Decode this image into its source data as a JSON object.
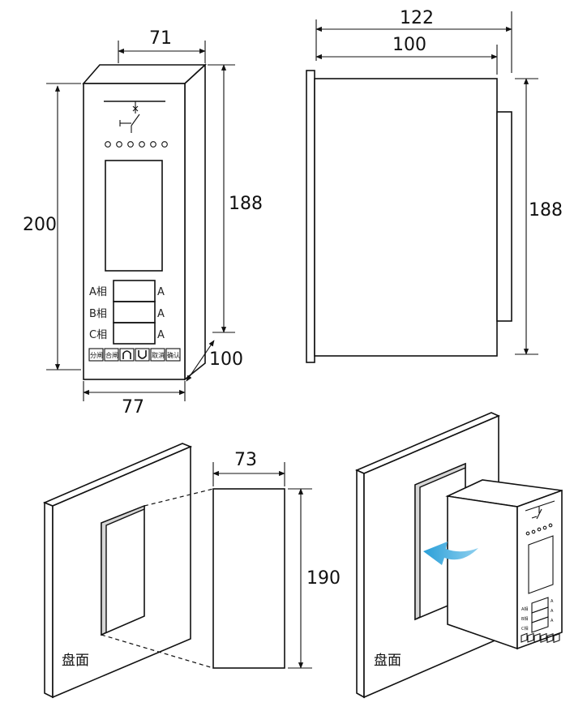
{
  "front_view": {
    "width_top": "71",
    "height_total": "200",
    "height_body": "188",
    "depth": "100",
    "width_bottom": "77",
    "phase_rows": [
      {
        "label": "A相",
        "unit": "A"
      },
      {
        "label": "B相",
        "unit": "A"
      },
      {
        "label": "C相",
        "unit": "A"
      }
    ],
    "buttons": [
      "分闸",
      "合闸",
      "",
      "",
      "取消",
      "确认"
    ]
  },
  "side_view": {
    "width_total": "122",
    "width_body": "100",
    "height": "188"
  },
  "cutout_view": {
    "width": "73",
    "height": "190",
    "panel_label": "盘面"
  },
  "install_view": {
    "panel_label": "盘面",
    "phase_rows": [
      {
        "label": "A相",
        "unit": "A"
      },
      {
        "label": "B相",
        "unit": "A"
      },
      {
        "label": "C相",
        "unit": "A"
      }
    ]
  },
  "colors": {
    "arrow": "#3aaee0",
    "line": "#111111"
  }
}
